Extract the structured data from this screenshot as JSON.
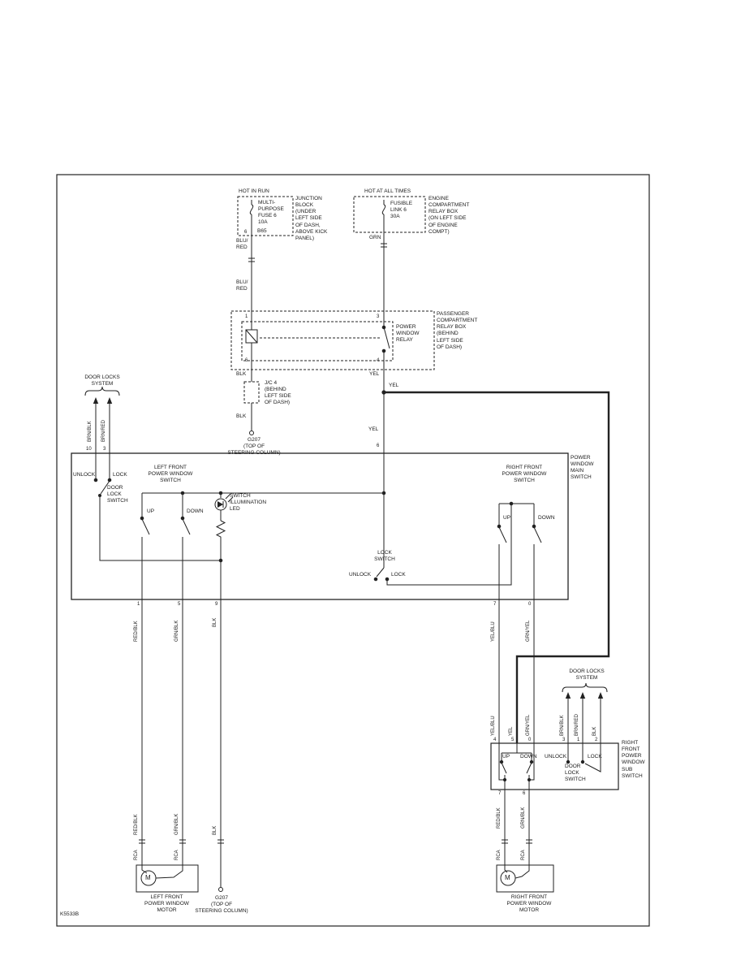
{
  "colors": {
    "ink": "#222222",
    "background": "#ffffff"
  },
  "footer": {
    "code": "K5533B"
  },
  "top_left": {
    "hot": "HOT IN RUN",
    "fuse": "MULTI-\nPURPOSE\nFUSE 6\n10A",
    "block": "JUNCTION\nBLOCK\n(UNDER\nLEFT SIDE\nOF DASH,\nABOVE KICK\nPANEL)",
    "pin": "6",
    "conn": "B65",
    "wire1": "BLU/\nRED",
    "wire2": "BLU/\nRED"
  },
  "top_right": {
    "hot": "HOT AT ALL TIMES",
    "fuse": "FUSIBLE\nLINK 6\n30A",
    "block": "ENGINE\nCOMPARTMENT\nRELAY BOX\n(ON LEFT SIDE\nOF ENGINE\nCOMPT)",
    "wire": "GRN"
  },
  "relay": {
    "box": "PASSENGER\nCOMPARTMENT\nRELAY BOX\n(BEHIND\nLEFT SIDE\nOF DASH)",
    "name": "POWER\nWINDOW\nRELAY",
    "pin1": "1",
    "pin3": "3",
    "pin6": "6",
    "pin4": "4",
    "out_left": "BLK",
    "out_right": "YEL"
  },
  "jc4": {
    "label": "J/C 4\n(BEHIND\nLEFT SIDE\nOF DASH)",
    "wire": "BLK",
    "ground": "G207\n(TOP OF\nSTEERING COLUMN)"
  },
  "yel_branch": "YEL",
  "yel_in": "YEL",
  "main_pin_top": "6",
  "door_locks_left": {
    "label": "DOOR LOCKS\nSYSTEM",
    "wire1": "BRN/BLK",
    "wire2": "BRN/RED",
    "pin1": "10",
    "pin2": "3"
  },
  "main_switch": {
    "title": "POWER\nWINDOW\nMAIN\nSWITCH",
    "unlock": "UNLOCK",
    "lock": "LOCK",
    "dls": "DOOR\nLOCK\nSWITCH",
    "left_sw": "LEFT FRONT\nPOWER WINDOW\nSWITCH",
    "up_l": "UP",
    "down_l": "DOWN",
    "led": "SWITCH\nILLUMINATION\nLED",
    "lock_sw": "LOCK\nSWITCH",
    "unlock2": "UNLOCK",
    "lock2": "LOCK",
    "right_sw": "RIGHT FRONT\nPOWER WINDOW\nSWITCH",
    "up_r": "UP",
    "down_r": "DOWN",
    "pins_bottom": {
      "p1": "1",
      "p2": "5",
      "p3": "9",
      "p4": "7",
      "p5": "0"
    }
  },
  "left_run": {
    "w1": "RED/BLK",
    "w2": "GRN/BLK",
    "w3": "BLK",
    "w1b": "RED/BLK",
    "w2b": "GRN/BLK",
    "w3b": "BLK",
    "c1": "RCA",
    "c2": "RCA",
    "m": "M",
    "motor": "LEFT FRONT\nPOWER WINDOW\nMOTOR",
    "ground": "G207\n(TOP OF\nSTEERING COLUMN)"
  },
  "right_run": {
    "w1": "YEL/BLU",
    "w2": "GRN/YEL",
    "w1b": "YEL/BLU",
    "w_yel": "YEL",
    "w2b": "GRN/YEL",
    "w3": "BRN/BLK",
    "w4": "BRN/RED",
    "w5": "BLK",
    "pins_top": {
      "p1": "4",
      "p2": "5",
      "p3": "0",
      "p4": "3",
      "p5": "1",
      "p6": "2"
    },
    "door_locks": "DOOR LOCKS\nSYSTEM",
    "sub_title": "RIGHT\nFRONT\nPOWER\nWINDOW\nSUB\nSWITCH",
    "up": "UP",
    "down": "DOWN",
    "unlock": "UNLOCK",
    "dls": "DOOR\nLOCK\nSWITCH",
    "lock": "LOCK",
    "pins_bottom": {
      "p1": "7",
      "p2": "6"
    },
    "w6": "RED/BLK",
    "w7": "GRN/BLK",
    "c1": "RCA",
    "c2": "RCA",
    "m": "M",
    "motor": "RIGHT FRONT\nPOWER WINDOW\nMOTOR"
  }
}
